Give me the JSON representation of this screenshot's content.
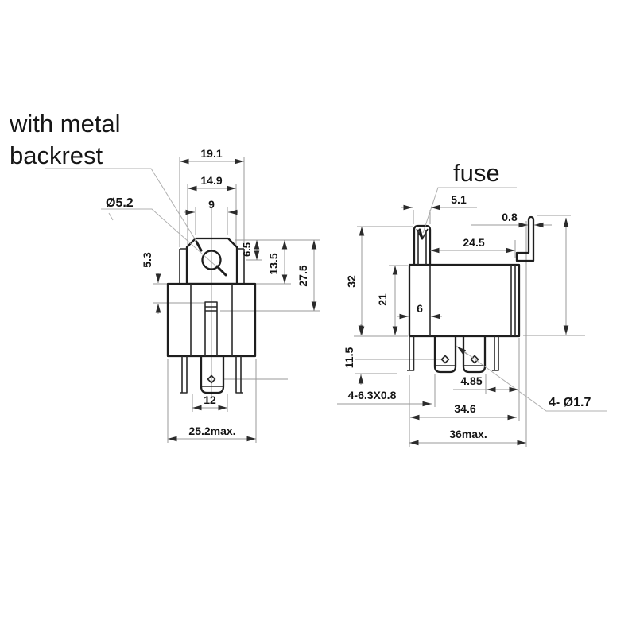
{
  "drawing": {
    "labels": {
      "with_metal": "with metal",
      "backrest": "backrest",
      "fuse": "fuse"
    },
    "front_view": {
      "width_outer": "19.1",
      "width_mid": "14.9",
      "width_hole_span": "9",
      "hole_diameter": "Ø5.2",
      "step_height": "5.3",
      "ear_height": "6.5",
      "tab_height": "13.5",
      "blade_depth": "27.5",
      "pin_span": "12",
      "total_width": "25.2max."
    },
    "side_view": {
      "fuse_width": "5.1",
      "bracket_thickness": "0.8",
      "top_span": "24.5",
      "overall_height": "32",
      "body_height": "21",
      "section_width": "6",
      "pin_length": "11.5",
      "pin_spec": "4-6.3X0.8",
      "edge_gap": "4.85",
      "pin_row_span": "34.6",
      "total_width": "36max.",
      "hole_spec": "4- Ø1.7"
    },
    "colors": {
      "outline": "#1e1e1e",
      "dimension_line": "#9a9a9a",
      "text": "#141414",
      "background": "#ffffff"
    }
  }
}
